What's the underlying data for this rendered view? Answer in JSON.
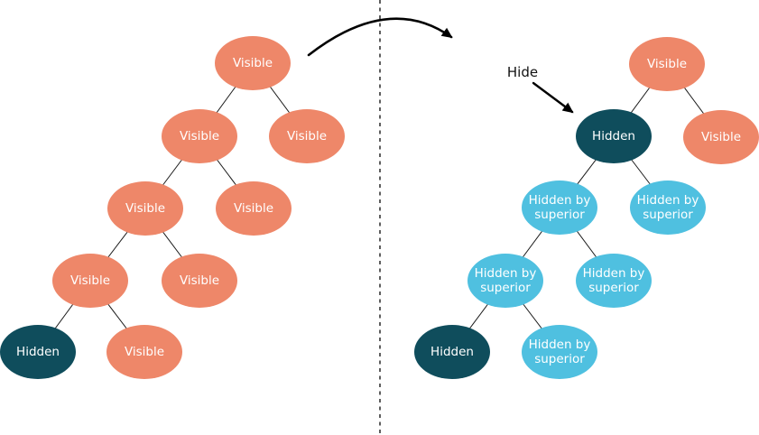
{
  "figure": {
    "description": "Tree diagram comparison: hiding a node marks its descendants hidden by superior",
    "hide_label": "Hide"
  },
  "colors": {
    "visible_fill": "#EE8769",
    "hidden_fill": "#0F4D5C",
    "hidden_by_superior_fill": "#4FC0E0",
    "node_text": "#FFFFFF",
    "edge_line": "#1A1A1A",
    "divider_line": "#1A1A1A",
    "arrow": "#000000",
    "background": "#FFFFFF"
  },
  "left_tree": {
    "nodes": [
      {
        "label": "Visible",
        "state": "visible"
      },
      {
        "label": "Visible",
        "state": "visible"
      },
      {
        "label": "Visible",
        "state": "visible"
      },
      {
        "label": "Visible",
        "state": "visible"
      },
      {
        "label": "Visible",
        "state": "visible"
      },
      {
        "label": "Visible",
        "state": "visible"
      },
      {
        "label": "Visible",
        "state": "visible"
      },
      {
        "label": "Hidden",
        "state": "hidden"
      },
      {
        "label": "Visible",
        "state": "visible"
      }
    ]
  },
  "right_tree": {
    "nodes": [
      {
        "label": "Visible",
        "state": "visible"
      },
      {
        "label": "Hidden",
        "state": "hidden"
      },
      {
        "label": "Visible",
        "state": "visible"
      },
      {
        "label": "Hidden by superior",
        "state": "hidden-by-superior"
      },
      {
        "label": "Hidden by superior",
        "state": "hidden-by-superior"
      },
      {
        "label": "Hidden by superior",
        "state": "hidden-by-superior"
      },
      {
        "label": "Hidden by superior",
        "state": "hidden-by-superior"
      },
      {
        "label": "Hidden",
        "state": "hidden"
      },
      {
        "label": "Hidden by superior",
        "state": "hidden-by-superior"
      }
    ]
  }
}
